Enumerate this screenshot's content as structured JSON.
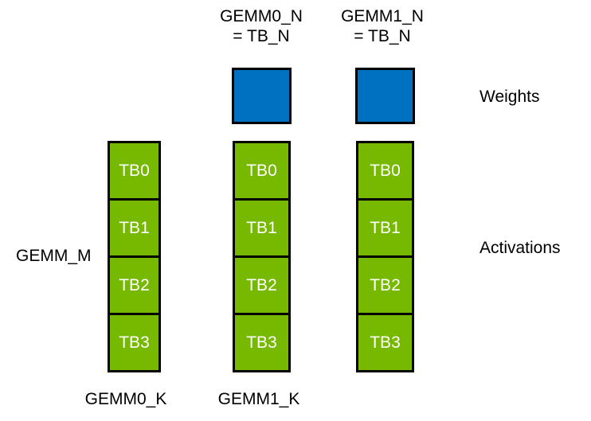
{
  "diagram": {
    "top_labels": [
      {
        "line1": "GEMM0_N",
        "line2": "= TB_N"
      },
      {
        "line1": "GEMM1_N",
        "line2": "= TB_N"
      }
    ],
    "side_labels": {
      "gemm_m": "GEMM_M",
      "weights": "Weights",
      "activations": "Activations"
    },
    "columns": [
      {
        "cells": [
          "TB0",
          "TB1",
          "TB2",
          "TB3"
        ]
      },
      {
        "cells": [
          "TB0",
          "TB1",
          "TB2",
          "TB3"
        ]
      },
      {
        "cells": [
          "TB0",
          "TB1",
          "TB2",
          "TB3"
        ]
      }
    ],
    "bottom_labels": [
      "GEMM0_K",
      "GEMM1_K"
    ]
  },
  "colors": {
    "weight_blue": "#0070C0",
    "activation_green": "#76B900",
    "outline": "#000000",
    "cell_text": "#FFFFFF",
    "label_text": "#000000",
    "background": "#FFFFFF"
  }
}
